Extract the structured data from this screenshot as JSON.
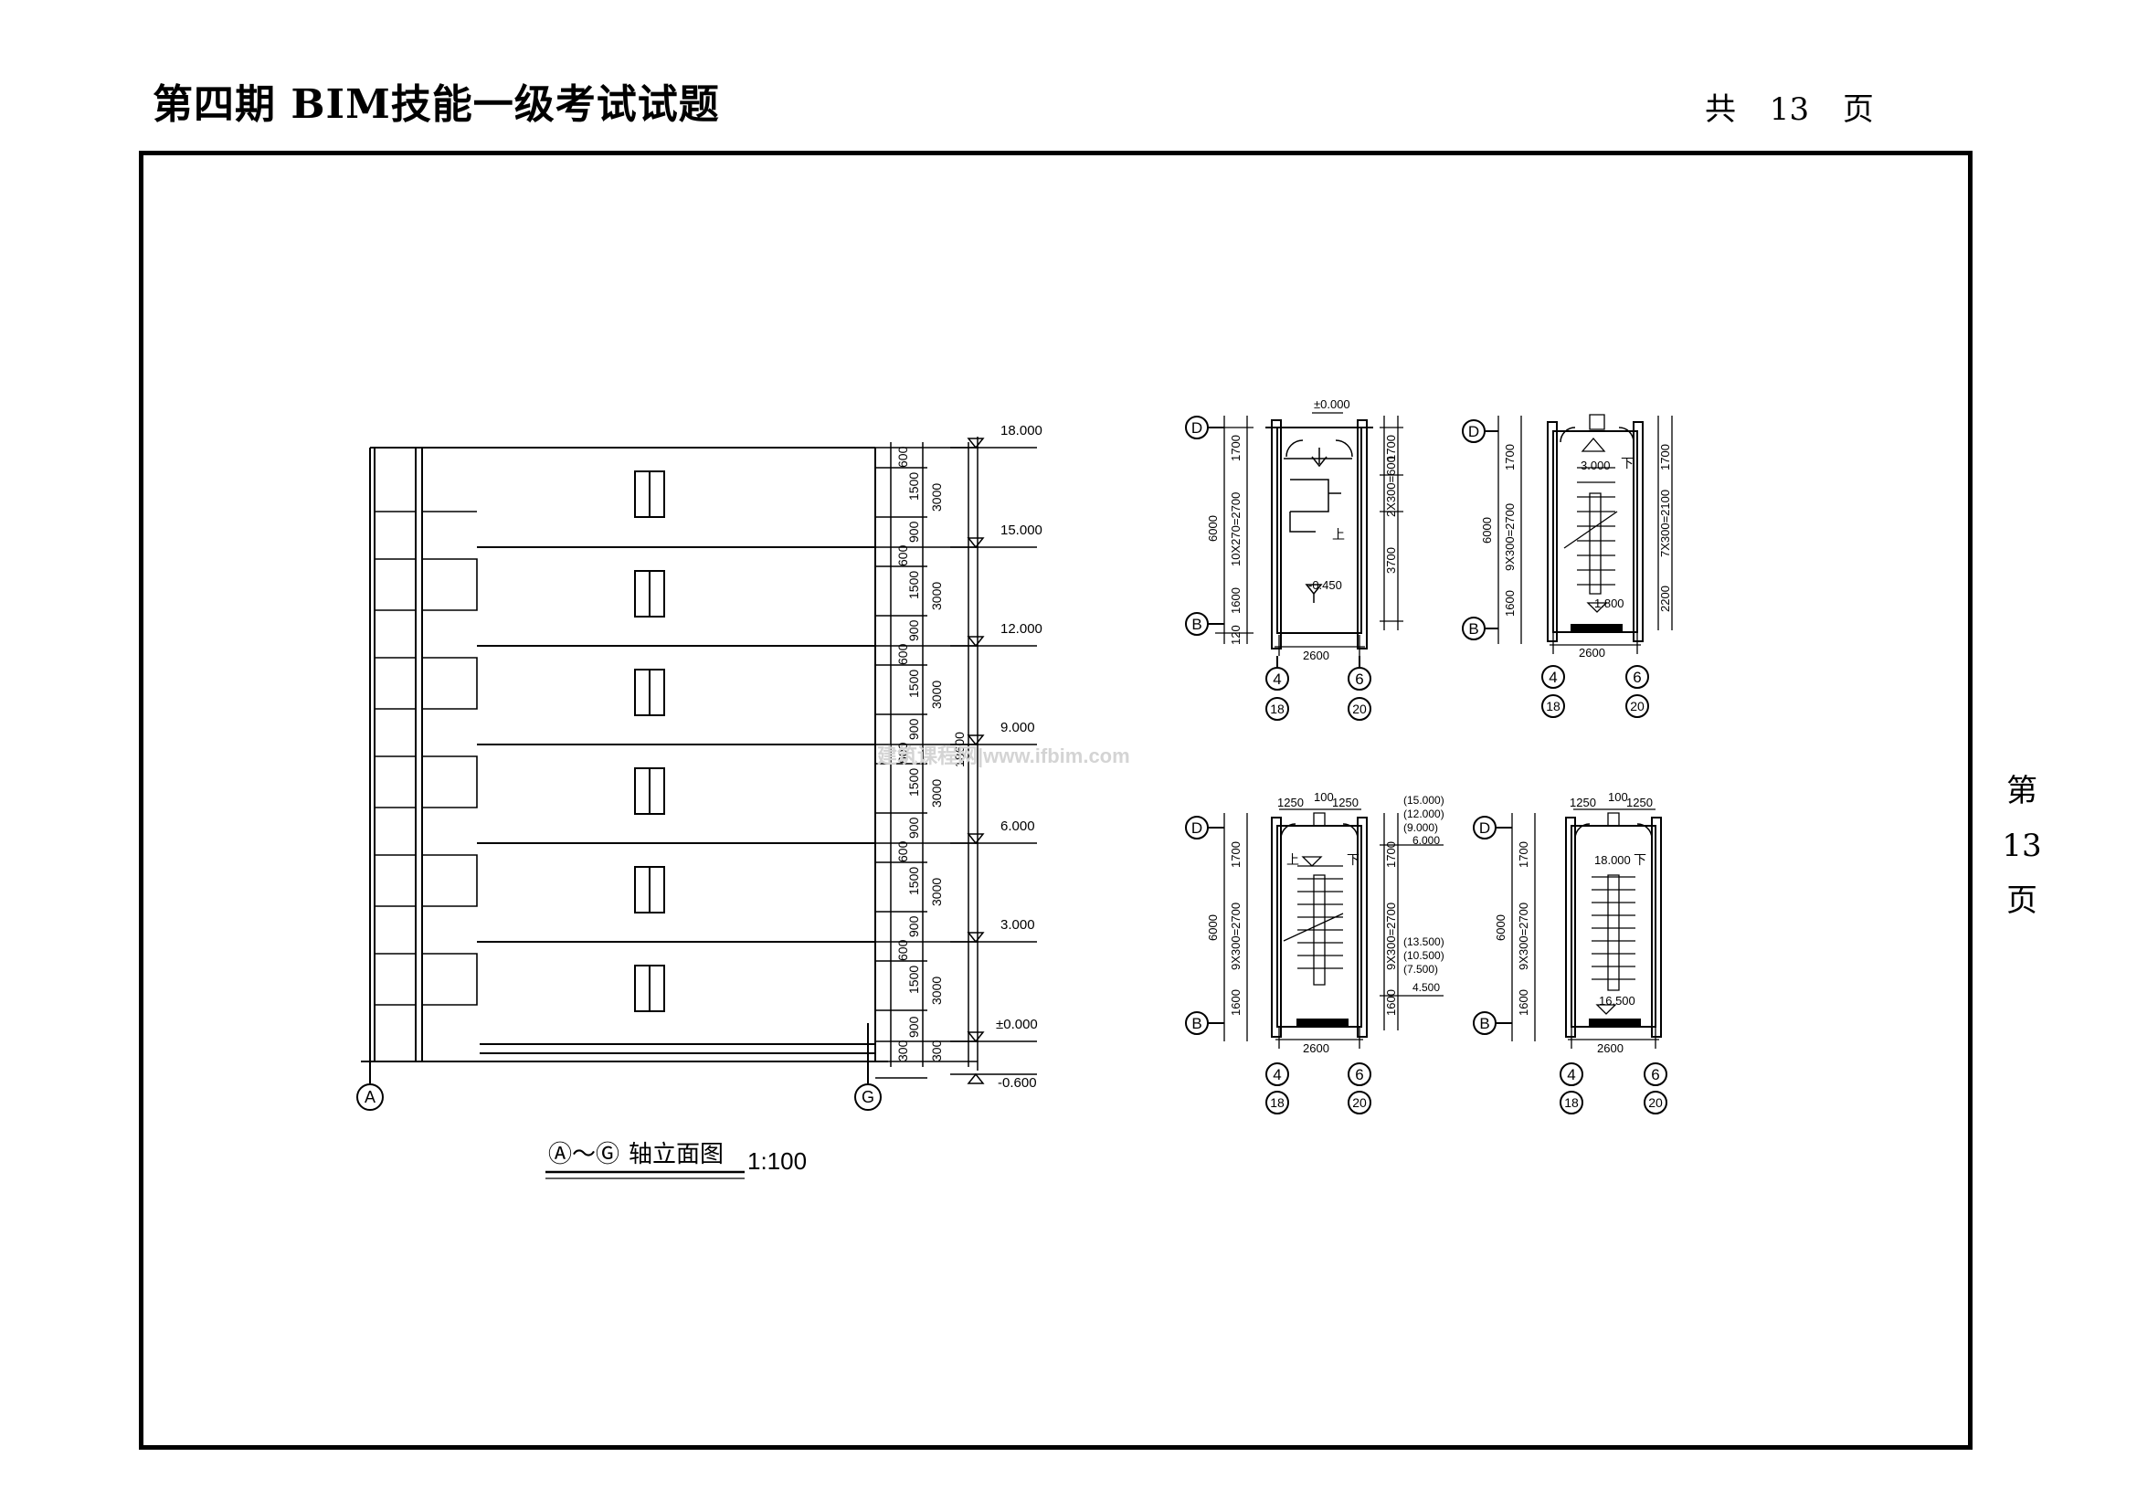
{
  "header": {
    "title": "第四期 BIM技能一级考试试题",
    "total_pages": "共 13 页"
  },
  "side_label": {
    "line1": "第",
    "line2": "13",
    "line3": "页"
  },
  "elevation": {
    "caption_axes": "Ⓐ～Ⓖ",
    "caption_text": "轴立面图",
    "scale": "1:100",
    "axis_left": "A",
    "axis_right": "G",
    "levels": [
      "18.000",
      "15.000",
      "12.000",
      "9.000",
      "6.000",
      "3.000",
      "±0.000",
      "-0.600"
    ],
    "dims_inner": [
      "600",
      "1500",
      "900"
    ],
    "dim_floor": "3000",
    "dim_base_a": "900",
    "dim_base_b": "300",
    "dim_total": "18600"
  },
  "plan1": {
    "level_top": "±0.000",
    "level_low": "-0.450",
    "up": "上",
    "dim_left": [
      "1700",
      "10X270=2700",
      "1600",
      "120"
    ],
    "dim_total": "6000",
    "dim_right": [
      "1700",
      "2X300=600",
      "3700"
    ],
    "width": "2600",
    "axis_top": "D",
    "axis_bottom": "B",
    "col_left": [
      "4",
      "18"
    ],
    "col_right": [
      "6",
      "20"
    ]
  },
  "plan2": {
    "level_top": "3.000",
    "level_low": "1.800",
    "down": "下",
    "dim_left": [
      "1700",
      "9X300=2700",
      "1600"
    ],
    "dim_total": "6000",
    "dim_right": [
      "1700",
      "7X300=2100",
      "2200"
    ],
    "width": "2600",
    "axis_top": "D",
    "axis_bottom": "B",
    "col_left": [
      "4",
      "18"
    ],
    "col_right": [
      "6",
      "20"
    ]
  },
  "plan3": {
    "levels_top": [
      "(15.000)",
      "(12.000)",
      "(9.000)",
      "6.000"
    ],
    "levels_low": [
      "(13.500)",
      "(10.500)",
      "(7.500)",
      "4.500"
    ],
    "up": "上",
    "down": "下",
    "dims_top": [
      "1250",
      "100",
      "1250"
    ],
    "dim_left": [
      "1700",
      "9X300=2700",
      "1600"
    ],
    "dim_total": "6000",
    "dim_right": [
      "1700",
      "9X300=2700",
      "1600"
    ],
    "width": "2600",
    "axis_top": "D",
    "axis_bottom": "B",
    "col_left": [
      "4",
      "18"
    ],
    "col_right": [
      "6",
      "20"
    ]
  },
  "plan4": {
    "level_top": "18.000",
    "level_low": "16.500",
    "down": "下",
    "dims_top": [
      "1250",
      "100",
      "1250"
    ],
    "dim_left": [
      "1700",
      "9X300=2700",
      "1600"
    ],
    "dim_total": "6000",
    "width": "2600",
    "axis_top": "D",
    "axis_bottom": "B",
    "col_left": [
      "4",
      "18"
    ],
    "col_right": [
      "6",
      "20"
    ]
  },
  "watermark": "建筑课程网|www.ifbim.com"
}
